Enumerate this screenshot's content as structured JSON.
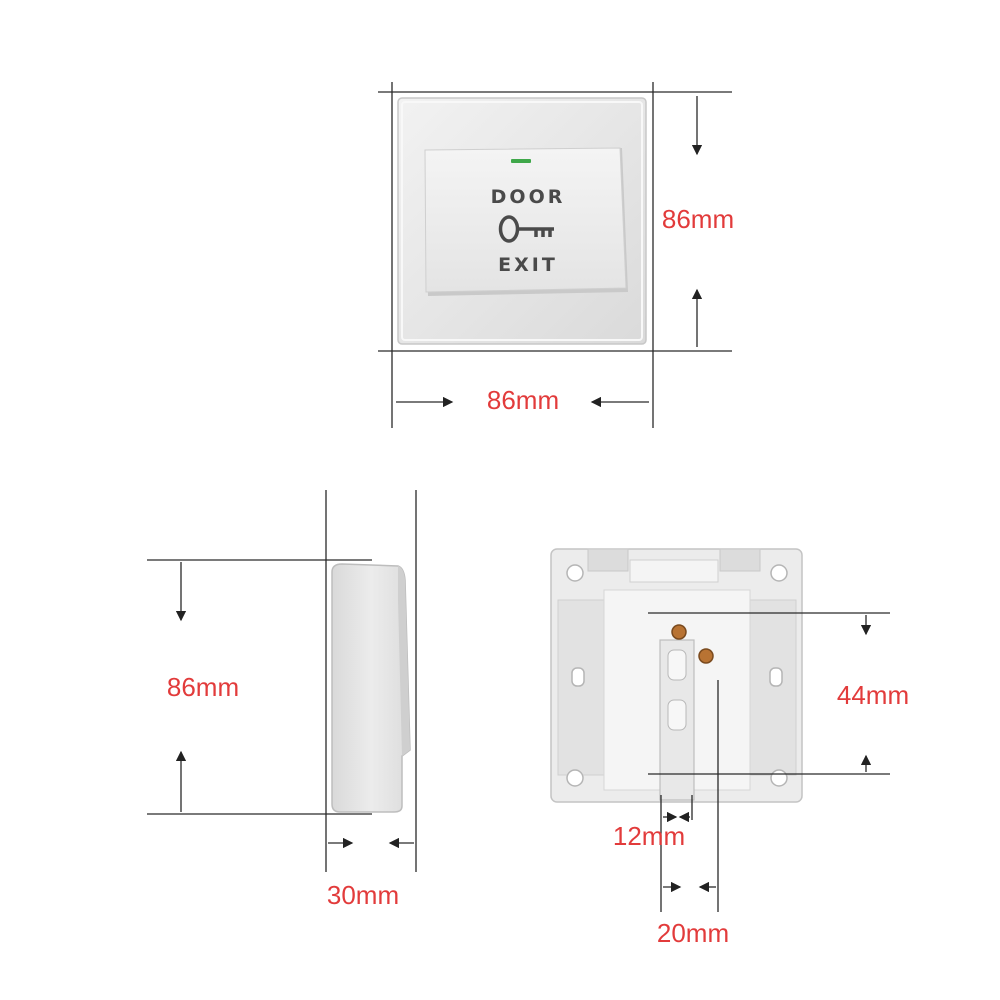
{
  "front_view": {
    "button_top_text": "DOOR",
    "button_bottom_text": "EXIT",
    "height_label": "86mm",
    "width_label": "86mm"
  },
  "side_view": {
    "height_label": "86mm",
    "depth_label": "30mm"
  },
  "back_view": {
    "span_label": "44mm",
    "inner_gap_label": "12mm",
    "outer_gap_label": "20mm"
  },
  "colors": {
    "dimension_text": "#e23b3b",
    "plate": "#e9e9e9",
    "indicator": "#3fa84a"
  },
  "icons": [
    "key-icon"
  ]
}
